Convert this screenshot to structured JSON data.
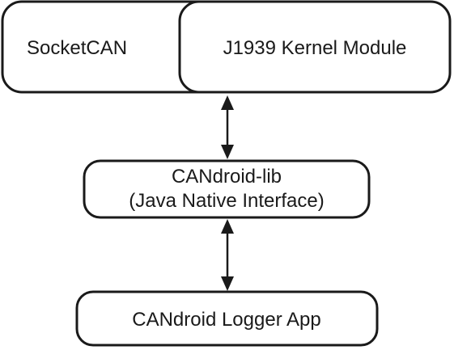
{
  "diagram": {
    "nodes": {
      "socketcan": {
        "label": "SocketCAN"
      },
      "j1939": {
        "label": "J1939 Kernel Module"
      },
      "candroid_lib": {
        "line1": "CANdroid-lib",
        "line2": "(Java Native Interface)"
      },
      "logger_app": {
        "label": "CANdroid Logger App"
      }
    },
    "edges": [
      {
        "from": "j1939",
        "to": "candroid_lib",
        "direction": "bidirectional"
      },
      {
        "from": "candroid_lib",
        "to": "logger_app",
        "direction": "bidirectional"
      }
    ]
  }
}
